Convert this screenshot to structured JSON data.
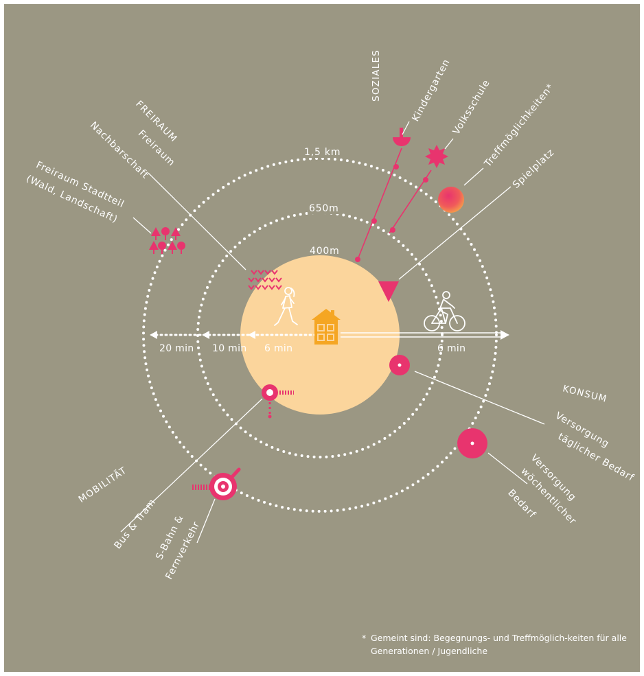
{
  "categories": {
    "soziales": "SOZIALES",
    "freiraum": "FREIRAUM",
    "konsum": "KONSUM",
    "mobilitaet": "MOBILITÄT"
  },
  "rings": {
    "outer": "1,5 km",
    "middle": "650m",
    "inner": "400m"
  },
  "times": {
    "walk_outer": "20 min",
    "walk_middle": "10 min",
    "walk_inner": "6 min",
    "bike": "6 min"
  },
  "amenities": {
    "kindergarten": "Kindergarten",
    "volksschule": "Volksschule",
    "treff": "Treffmöglichkeiten*",
    "spielplatz": "Spielplatz",
    "freiraum_nachbarschaft_1": "Freiraum",
    "freiraum_nachbarschaft_2": "Nachbarschaft",
    "freiraum_stadtteil_1": "Freiraum Stadtteil",
    "freiraum_stadtteil_2": "(Wald, Landschaft)",
    "taeglich_1": "Versorgung",
    "taeglich_2": "täglicher Bedarf",
    "woechentlich_1": "Versorgung",
    "woechentlich_2": "wöchentlicher",
    "woechentlich_3": "Bedarf",
    "bus": "Bus & Tram",
    "sbahn_1": "S-Bahn &",
    "sbahn_2": "Fernverkehr"
  },
  "footnote": {
    "marker": "*",
    "text": "Gemeint sind: Begegnungs- und Treffmöglich-keiten für alle Generationen / Jugendliche"
  },
  "colors": {
    "background": "#9b9783",
    "inner_circle": "#fbd59c",
    "accent": "#e8346e",
    "house": "#f5a623",
    "white": "#ffffff"
  },
  "icons": [
    "house-icon",
    "pedestrian-icon",
    "cyclist-icon",
    "trees-icon",
    "grass-icon",
    "kindergarten-icon",
    "school-star-icon",
    "meeting-orb-icon",
    "playground-triangle-icon",
    "shop-daily-icon",
    "shop-weekly-icon",
    "bus-stop-icon",
    "train-stop-icon"
  ]
}
